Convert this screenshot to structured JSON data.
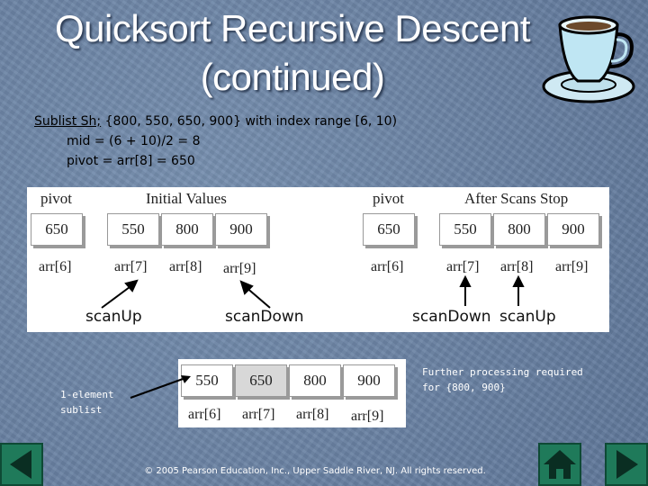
{
  "title": {
    "line1": "Quicksort Recursive Descent",
    "line2": "(continued)"
  },
  "description": {
    "line1_label": "Sublist Sh;",
    "line1_rest": " {800, 550,  650, 900} with index range [6, 10)",
    "line2": "mid = (6 + 10)/2 = 8",
    "line3": "pivot = arr[8] = 650"
  },
  "initial": {
    "pivot_label": "pivot",
    "header": "Initial Values",
    "pivot_value": "650",
    "pivot_index": "arr[6]",
    "values": [
      "550",
      "800",
      "900"
    ],
    "indices": [
      "arr[7]",
      "arr[8]",
      "arr[9]"
    ],
    "scan_up": "scanUp",
    "scan_down": "scanDown"
  },
  "after": {
    "pivot_label": "pivot",
    "header": "After Scans Stop",
    "pivot_value": "650",
    "pivot_index": "arr[6]",
    "values": [
      "550",
      "800",
      "900"
    ],
    "indices": [
      "arr[7]",
      "arr[8]",
      "arr[9]"
    ],
    "scan_down": "scanDown",
    "scan_up": "scanUp"
  },
  "result": {
    "values": [
      "550",
      "650",
      "800",
      "900"
    ],
    "indices": [
      "arr[6]",
      "arr[7]",
      "arr[8]",
      "arr[9]"
    ],
    "shaded_index": 1
  },
  "notes": {
    "one_element_line1": "1-element",
    "one_element_line2": "sublist",
    "further_line1": "Further processing required",
    "further_line2": "for {800, 900}"
  },
  "footer": {
    "copyright": "© 2005 Pearson Education, Inc., Upper Saddle River, NJ.  All rights reserved."
  },
  "icons": {
    "logo": "teacup-icon",
    "prev": "prev-arrow-icon",
    "home": "home-icon",
    "next": "next-arrow-icon"
  },
  "colors": {
    "background": "#6b84a6",
    "nav": "#1f7a5a"
  }
}
